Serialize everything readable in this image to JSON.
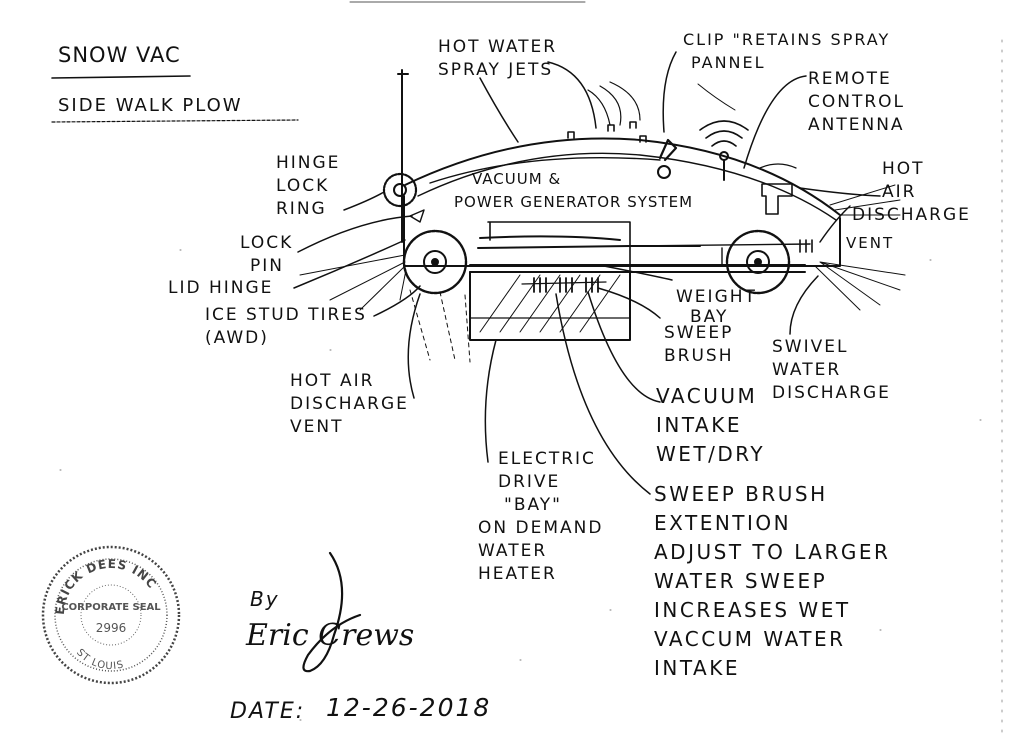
{
  "title": "SNOW VAC",
  "subtitle": "SIDE WALK   PLOW",
  "labels": {
    "hot_water_jets": [
      "HOT WATER",
      "SPRAY JETS"
    ],
    "clip": [
      "CLIP \"RETAINS SPRAY",
      "PANNEL"
    ],
    "antenna": [
      "REMOTE",
      "CONTROL",
      "ANTENNA"
    ],
    "hot_air_top": [
      "HOT",
      "AIR",
      "DISCHARGE"
    ],
    "vent": "VENT",
    "hinge_lock": [
      "HINGE",
      "LOCK",
      "RING"
    ],
    "lock_pin": [
      "LOCK",
      "PIN"
    ],
    "lid_hinge": "LID HINGE",
    "tires": [
      "ICE STUD TIRES",
      "(AWD)"
    ],
    "hot_air_vent": [
      "HOT AIR",
      "DISCHARGE",
      "VENT"
    ],
    "vacuum_system": [
      "VACUUM &",
      "POWER GENERATOR SYSTEM"
    ],
    "weight_bay": [
      "WEIGHT",
      "BAY"
    ],
    "sweep_brush": [
      "SWEEP",
      "BRUSH"
    ],
    "swivel": [
      "SWIVEL",
      "WATER",
      "DISCHARGE"
    ],
    "vacuum_intake": [
      "VACUUM",
      "INTAKE",
      "WET/DRY"
    ],
    "electric": [
      "ELECTRIC",
      "DRIVE",
      "\"BAY\"",
      "ON DEMAND",
      "WATER",
      "HEATER"
    ],
    "sweep_ext": [
      "SWEEP BRUSH",
      "EXTENTION",
      "ADJUST TO LARGER",
      "WATER SWEEP",
      "INCREASES WET",
      "VACCUM WATER",
      "INTAKE"
    ]
  },
  "signature": {
    "by": "By",
    "name": "Eric Crews",
    "date_label": "DATE:",
    "date": "12-26-2018"
  },
  "seal": {
    "top_text": "ERICK DEES INC",
    "middle_text": "CORPORATE SEAL",
    "year": "2996",
    "bottom_text": "ST LOUIS"
  }
}
